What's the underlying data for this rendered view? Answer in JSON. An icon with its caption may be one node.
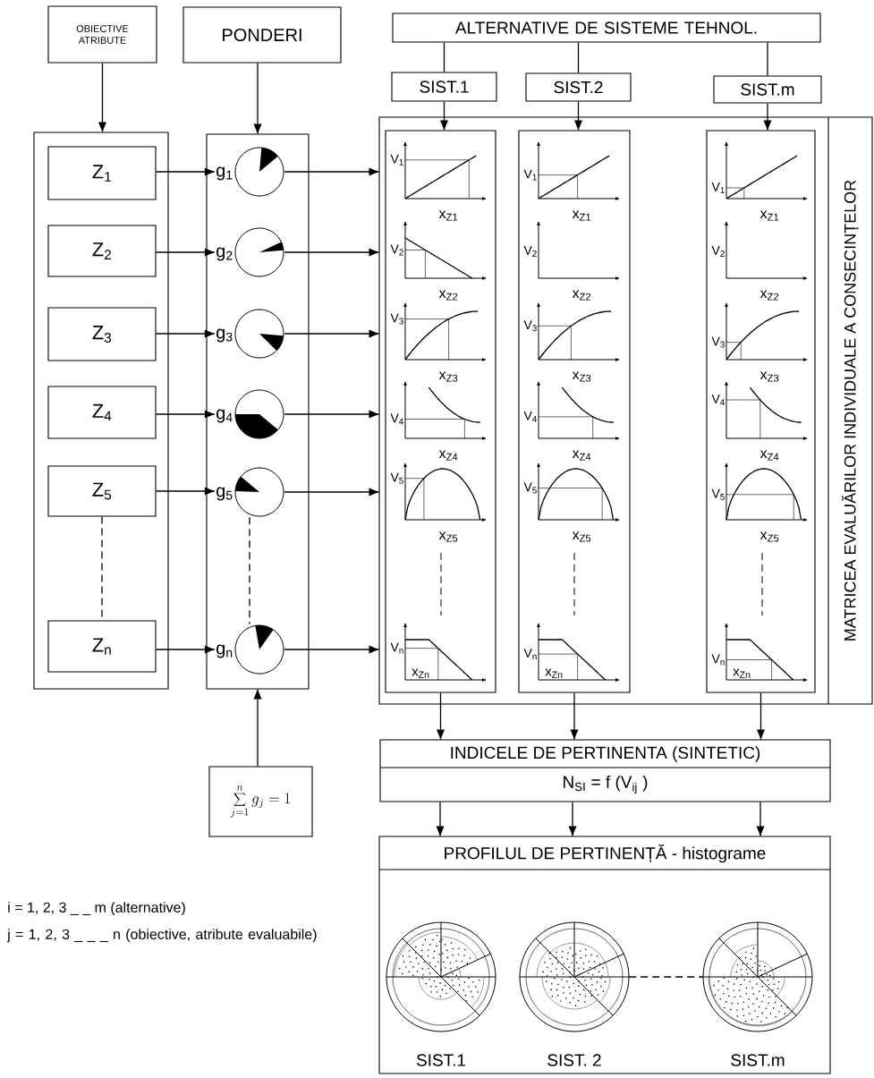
{
  "diagram": {
    "nodes": [
      {
        "text": [
          "OBIECTIVE ATRIBUTE"
        ]
      },
      {
        "text": [
          "PONDERI"
        ]
      },
      {
        "text": [
          "ALTERNATIVE DE SISTEME TEHNOL."
        ]
      },
      {
        "text": [
          "SIST.1"
        ]
      },
      {
        "text": [
          "SIST.2"
        ]
      },
      {
        "text": [
          "SIST.m"
        ]
      },
      {
        "text": [],
        "shape": "box"
      },
      {
        "text": [
          "Z$_{1}$"
        ],
        "in": 6
      },
      {
        "text": [
          "Z$_{2}$"
        ],
        "in": 6
      },
      {
        "text": [
          "Z$_{3}$"
        ],
        "in": 6
      },
      {
        "text": [
          "Z$_{4}$"
        ],
        "in": 6
      },
      {
        "text": [
          "Z$_{5}$"
        ],
        "in": 6
      },
      {
        "text": [
          "Z$_{n}$"
        ],
        "in": 6
      },
      {
        "text": [],
        "shape": "box"
      },
      {
        "text": [],
        "shape": "circle",
        "in": 13,
        "beside": [
          "g$_{1}$"
        ]
      },
      {
        "text": [],
        "shape": "circle",
        "in": 13,
        "beside": [
          "g$_{2}$"
        ]
      },
      {
        "text": [],
        "shape": "circle",
        "in": 13,
        "beside": [
          "g$_{3}$"
        ]
      },
      {
        "text": [],
        "shape": "circle",
        "in": 13,
        "beside": [
          "g$_{4}$"
        ]
      },
      {
        "text": [],
        "shape": "circle",
        "in": 13,
        "beside": [
          "g$_{5}$"
        ]
      },
      {
        "text": [],
        "shape": "circle",
        "in": 13,
        "beside": [
          "g$_{n}$"
        ]
      },
      {
        "text": [
          "MATRICEA EVALUĂRILOR INDIVIDUALE A CONSECINȚELOR"
        ]
      },
      {
        "text": [],
        "shape": "box",
        "in": 20
      },
      {
        "text": [],
        "shape": "box",
        "in": 20
      },
      {
        "text": [],
        "shape": "box",
        "in": 20
      },
      {
        "text": [
          "INDICELE DE PERTINENTA (SINTETIC)",
          "N$_{SI}$ = f (V$_{ij}$ )"
        ]
      },
      {
        "text": [
          "PROFILUL DE PERTINENȚĂ - histograme"
        ]
      },
      {
        "text": [],
        "shape": "circle",
        "in": 25,
        "beside": [
          "SIST.1"
        ]
      },
      {
        "text": [],
        "shape": "circle",
        "in": 25,
        "beside": [
          "SIST. 2"
        ]
      },
      {
        "text": [],
        "shape": "circle",
        "in": 25,
        "beside": [
          "SIST.m"
        ]
      },
      {
        "text": [
          "\\sum_{j=1}^{n} g_j = 1"
        ]
      }
    ],
    "edges": [
      {
        "from": 0,
        "to": 6,
        "arrow": "to"
      },
      {
        "from": 1,
        "to": 13,
        "arrow": "to"
      },
      {
        "from": 2,
        "to": 3,
        "arrow": "none"
      },
      {
        "from": 2,
        "to": 4,
        "arrow": "none"
      },
      {
        "from": 2,
        "to": 5,
        "arrow": "none"
      },
      {
        "from": 3,
        "to": 21,
        "arrow": "to"
      },
      {
        "from": 4,
        "to": 22,
        "arrow": "to"
      },
      {
        "from": 5,
        "to": 23,
        "arrow": "to"
      },
      {
        "from": 7,
        "to": 14,
        "arrow": "to"
      },
      {
        "from": 8,
        "to": 15,
        "arrow": "to"
      },
      {
        "from": 9,
        "to": 16,
        "arrow": "to"
      },
      {
        "from": 10,
        "to": 17,
        "arrow": "to"
      },
      {
        "from": 11,
        "to": 18,
        "arrow": "to"
      },
      {
        "from": 12,
        "to": 19,
        "arrow": "to"
      },
      {
        "from": 14,
        "to": 20,
        "arrow": "to"
      },
      {
        "from": 15,
        "to": 20,
        "arrow": "to"
      },
      {
        "from": 16,
        "to": 20,
        "arrow": "to"
      },
      {
        "from": 17,
        "to": 20,
        "arrow": "to"
      },
      {
        "from": 18,
        "to": 20,
        "arrow": "to"
      },
      {
        "from": 19,
        "to": 20,
        "arrow": "to"
      },
      {
        "from": 11,
        "to": 12,
        "arrow": "none",
        "style": "dashed"
      },
      {
        "from": 18,
        "to": 19,
        "arrow": "none",
        "style": "dashed"
      },
      {
        "from": 21,
        "to": 24,
        "arrow": "to"
      },
      {
        "from": 22,
        "to": 24,
        "arrow": "to"
      },
      {
        "from": 23,
        "to": 24,
        "arrow": "to"
      },
      {
        "from": 24,
        "to": 25,
        "arrow": "to"
      },
      {
        "from": 24,
        "to": 25,
        "arrow": "to"
      },
      {
        "from": 24,
        "to": 25,
        "arrow": "to"
      },
      {
        "from": 29,
        "to": 13,
        "arrow": "to"
      },
      {
        "from": 27,
        "to": 28,
        "arrow": "none",
        "style": "dashed"
      }
    ],
    "labels": [
      "V$_{1}$",
      "x$_{Z1}$",
      "V$_{2}$",
      "x$_{Z2}$",
      "V$_{3}$",
      "x$_{Z3}$",
      "V$_{4}$",
      "x$_{Z4}$",
      "V$_{5}$",
      "x$_{Z5}$",
      "V$_{n}$",
      "x$_{Zn}$",
      "V$_{1}$",
      "x$_{Z1}$",
      "V$_{2}$",
      "x$_{Z2}$",
      "V$_{3}$",
      "x$_{Z3}$",
      "V$_{4}$",
      "x$_{Z4}$",
      "V$_{5}$",
      "x$_{Z5}$",
      "V$_{n}$",
      "x$_{Zn}$",
      "V$_{1}$",
      "x$_{Z1}$",
      "V$_{2}$",
      "x$_{Z2}$",
      "V$_{3}$",
      "x$_{Z3}$",
      "V$_{4}$",
      "x$_{Z4}$",
      "V$_{5}$",
      "x$_{Z5}$",
      "V$_{n}$",
      "x$_{Zn}$",
      "i = 1, 2, 3 _ _ m (alternative)",
      "j = 1, 2, 3 _ _ _ n (obiective, atribute evaluabile)"
    ]
  }
}
